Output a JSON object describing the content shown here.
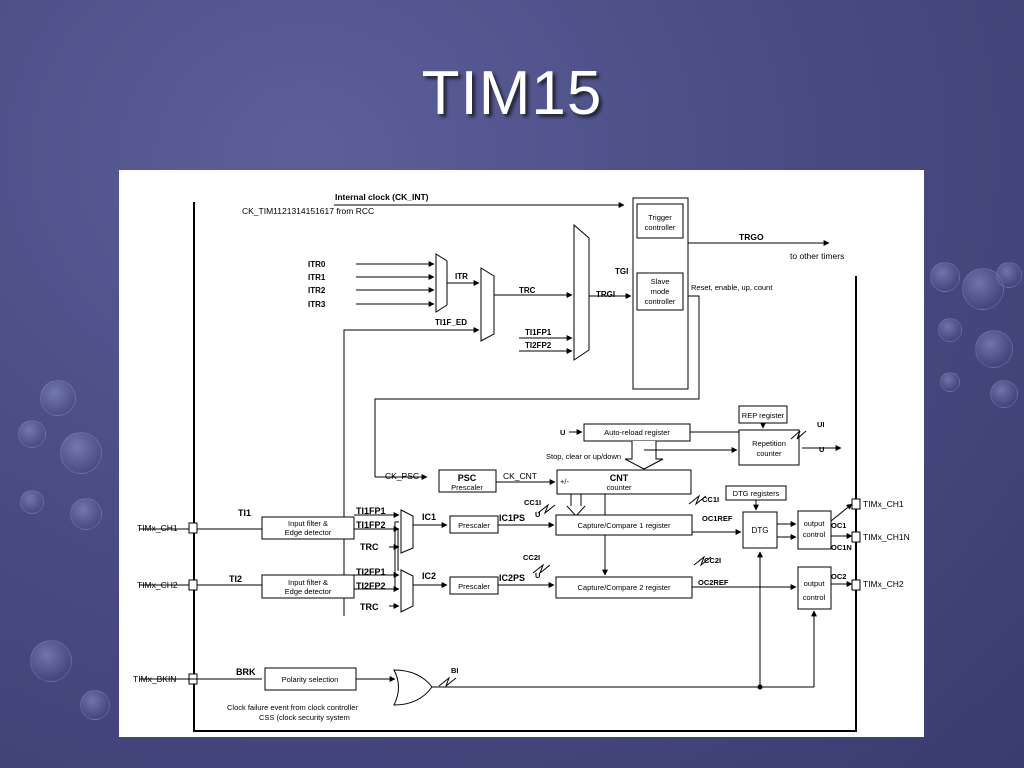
{
  "slide": {
    "title": "TIM15"
  },
  "diagram": {
    "internal_clock": "Internal clock (CK_INT)",
    "ck_source": "CK_TIM1121314151617 from RCC",
    "itr0": "ITR0",
    "itr1": "ITR1",
    "itr2": "ITR2",
    "itr3": "ITR3",
    "itr": "ITR",
    "ti1f_ed": "TI1F_ED",
    "trc": "TRC",
    "tgi": "TGI",
    "trgi": "TRGI",
    "ti1fp1_mux": "TI1FP1",
    "ti2fp2_mux": "TI2FP2",
    "trigger_controller": [
      "Trigger",
      "controller"
    ],
    "slave_mode_controller": [
      "Slave",
      "mode",
      "controller"
    ],
    "trgo": "TRGO",
    "to_other_timers": "to other timers",
    "reset_enable": "Reset, enable, up, count",
    "rep_register": "REP register",
    "ui": "UI",
    "u": "U",
    "repetition_counter": [
      "Repetition",
      "counter"
    ],
    "auto_reload": "Auto-reload register",
    "stop_clear": "Stop, clear or up/down",
    "ck_psc": "CK_PSC",
    "psc": "PSC",
    "prescaler": "Prescaler",
    "ck_cnt": "CK_CNT",
    "plus_minus": "+/-",
    "cnt": "CNT",
    "counter": "counter",
    "dtg_registers": "DTG registers",
    "dtg": "DTG",
    "cc1i": "CC1I",
    "cc2i": "CC2I",
    "oc1ref": "OC1REF",
    "oc2ref": "OC2REF",
    "oc1": "OC1",
    "oc1n": "OC1N",
    "oc2": "OC2",
    "output_control": [
      "output",
      "control"
    ],
    "timx_ch1_out": "TIMx_CH1",
    "timx_ch1n": "TIMx_CH1N",
    "timx_ch2_out": "TIMx_CH2",
    "timx_ch1_in": "TIMx_CH1",
    "timx_ch2_in": "TIMx_CH2",
    "timx_bkin": "TIMx_BKIN",
    "ti1": "TI1",
    "ti2": "TI2",
    "input_filter": [
      "Input filter &",
      "Edge detector"
    ],
    "ti1fp1": "TI1FP1",
    "ti1fp2": "TI1FP2",
    "ti2fp1": "TI2FP1",
    "ti2fp2": "TI2FP2",
    "ic1": "IC1",
    "ic2": "IC2",
    "ic1ps": "IC1PS",
    "ic2ps": "IC2PS",
    "cc1_register": "Capture/Compare 1 register",
    "cc2_register": "Capture/Compare 2 register",
    "brk": "BRK",
    "polarity_selection": "Polarity selection",
    "bi": "BI",
    "clock_failure": [
      "Clock failure event from clock controller",
      "CSS (clock security system"
    ]
  }
}
